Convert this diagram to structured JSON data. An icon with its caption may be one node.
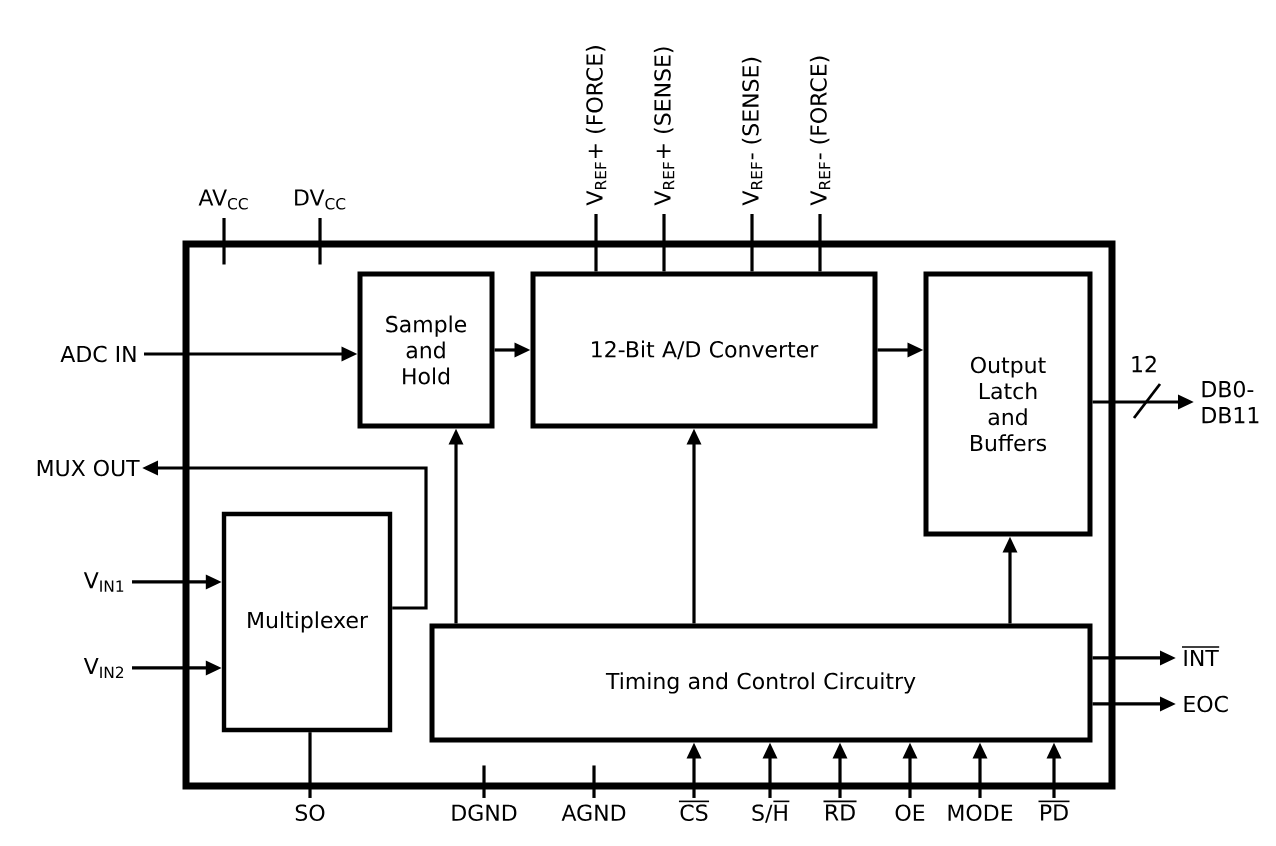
{
  "diagram": {
    "nodes": [
      {
        "text": [],
        "shape": "box"
      },
      {
        "text": [
          "Sample and Hold"
        ],
        "in": 0
      },
      {
        "text": [
          "12-Bit A/D Converter"
        ],
        "in": 0
      },
      {
        "text": [
          "Output Latch and Buffers"
        ],
        "in": 0
      },
      {
        "text": [
          "Multiplexer"
        ],
        "in": 0
      },
      {
        "text": [
          "Timing and Control Circuitry"
        ],
        "in": 0
      },
      {
        "text": [
          "ADC IN"
        ]
      },
      {
        "text": [
          "MUX OUT"
        ]
      },
      {
        "text": [
          "V$_{IN1}$"
        ]
      },
      {
        "text": [
          "V$_{IN2}$"
        ]
      },
      {
        "text": [
          "AV$_{CC}$"
        ]
      },
      {
        "text": [
          "DV$_{CC}$"
        ]
      },
      {
        "text": [
          "V$_{REF}$+ (FORCE)"
        ]
      },
      {
        "text": [
          "V$_{REF}$+ (SENSE)"
        ]
      },
      {
        "text": [
          "V$_{REF}$- (SENSE)"
        ]
      },
      {
        "text": [
          "V$_{REF}$- (FORCE)"
        ]
      },
      {
        "text": [
          "DB0- DB11"
        ]
      },
      {
        "text": [
          "INT"
        ]
      },
      {
        "text": [
          "EOC"
        ]
      },
      {
        "text": [
          "SO"
        ]
      },
      {
        "text": [
          "DGND"
        ]
      },
      {
        "text": [
          "AGND"
        ]
      },
      {
        "text": [
          "CS"
        ]
      },
      {
        "text": [
          "S/H"
        ]
      },
      {
        "text": [
          "RD"
        ]
      },
      {
        "text": [
          "OE"
        ]
      },
      {
        "text": [
          "MODE"
        ]
      },
      {
        "text": [
          "PD"
        ]
      }
    ],
    "edges": [
      {
        "from": 6,
        "to": 1,
        "arrow": "to"
      },
      {
        "from": 1,
        "to": 2,
        "arrow": "to"
      },
      {
        "from": 2,
        "to": 3,
        "arrow": "to"
      },
      {
        "from": 3,
        "to": 16,
        "arrow": "to",
        "label": "12"
      },
      {
        "from": 4,
        "to": 7,
        "arrow": "to"
      },
      {
        "from": 8,
        "to": 4,
        "arrow": "to"
      },
      {
        "from": 9,
        "to": 4,
        "arrow": "to"
      },
      {
        "from": 5,
        "to": 1,
        "arrow": "to"
      },
      {
        "from": 5,
        "to": 2,
        "arrow": "to"
      },
      {
        "from": 5,
        "to": 3,
        "arrow": "to"
      },
      {
        "from": 5,
        "to": 17,
        "arrow": "to"
      },
      {
        "from": 5,
        "to": 18,
        "arrow": "to"
      },
      {
        "from": 22,
        "to": 5,
        "arrow": "to"
      },
      {
        "from": 23,
        "to": 5,
        "arrow": "to"
      },
      {
        "from": 24,
        "to": 5,
        "arrow": "to"
      },
      {
        "from": 25,
        "to": 5,
        "arrow": "to"
      },
      {
        "from": 26,
        "to": 5,
        "arrow": "to"
      },
      {
        "from": 27,
        "to": 5,
        "arrow": "to"
      },
      {
        "from": 10,
        "to": 0,
        "arrow": "none"
      },
      {
        "from": 11,
        "to": 0,
        "arrow": "none"
      },
      {
        "from": 12,
        "to": 2,
        "arrow": "none"
      },
      {
        "from": 13,
        "to": 2,
        "arrow": "none"
      },
      {
        "from": 14,
        "to": 2,
        "arrow": "none"
      },
      {
        "from": 15,
        "to": 2,
        "arrow": "none"
      },
      {
        "from": 19,
        "to": 4,
        "arrow": "none"
      },
      {
        "from": 20,
        "to": 0,
        "arrow": "none"
      },
      {
        "from": 21,
        "to": 0,
        "arrow": "none"
      }
    ]
  }
}
